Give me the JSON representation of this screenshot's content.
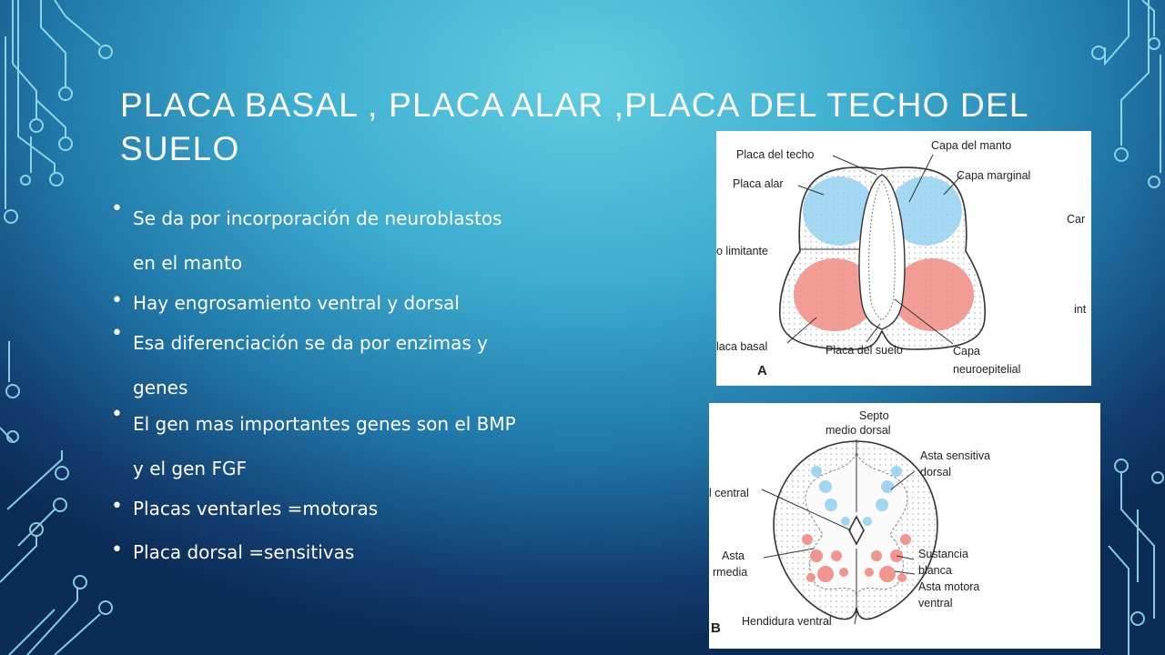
{
  "slide": {
    "title": "PLACA BASAL , PLACA ALAR ,PLACA DEL TECHO DEL SUELO",
    "bullets": [
      {
        "lines": [
          "Se da por incorporación de neuroblastos",
          "en el manto"
        ]
      },
      {
        "lines": [
          "Hay engrosamiento ventral y dorsal"
        ]
      },
      {
        "lines": [
          "Esa diferenciación se da por enzimas y",
          "genes"
        ]
      },
      {
        "lines": [
          "El gen mas importantes genes son el BMP",
          "y el gen FGF"
        ]
      },
      {
        "lines": [
          "Placas ventarles =motoras"
        ]
      },
      {
        "lines": [
          "Placa dorsal =sensitivas"
        ]
      }
    ]
  },
  "figure_a": {
    "panel_letter": "A",
    "labels": {
      "placa_del_techo": "Placa del techo",
      "placa_alar": "Placa alar",
      "limitante": "o limitante",
      "placa_basal": "laca basal",
      "placa_del_suelo": "Placa del suelo",
      "capa_del_manto": "Capa del manto",
      "capa_marginal": "Capa marginal",
      "capa_neuroepitelial_1": "Capa",
      "capa_neuroepitelial_2": "neuroepitelial",
      "cut_right_1": "Car",
      "cut_right_2": "int"
    }
  },
  "figure_b": {
    "panel_letter": "B",
    "labels": {
      "septo_1": "Septo",
      "septo_2": "medio dorsal",
      "asta_sensitiva_1": "Asta sensitiva",
      "asta_sensitiva_2": "dorsal",
      "central": "l central",
      "asta_media_1": "Asta",
      "asta_media_2": "rmedia",
      "sustancia_1": "Sustancia",
      "sustancia_2": "blanca",
      "asta_motora_1": "Asta motora",
      "asta_motora_2": "ventral",
      "hendidura": "Hendidura ventral"
    }
  },
  "colors": {
    "blue_region": "#8fd0f0",
    "red_region": "#f08c84",
    "accent_line": "#8fe3f0"
  }
}
